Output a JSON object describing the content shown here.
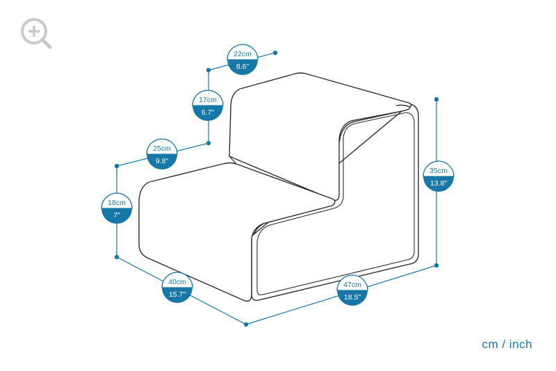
{
  "units_label": "cm / inch",
  "accent_color": "#1778a8",
  "zoom_icon": "zoom-in-icon",
  "dimensions": {
    "top_depth": {
      "cm": "22cm",
      "in": "8.6\""
    },
    "upper_height": {
      "cm": "17cm",
      "in": "6.7\""
    },
    "lower_depth": {
      "cm": "25cm",
      "in": "9.8\""
    },
    "lower_height": {
      "cm": "18cm",
      "in": "7\""
    },
    "total_height": {
      "cm": "35cm",
      "in": "13.8\""
    },
    "width": {
      "cm": "40cm",
      "in": "15.7\""
    },
    "length": {
      "cm": "47cm",
      "in": "18.5\""
    }
  }
}
